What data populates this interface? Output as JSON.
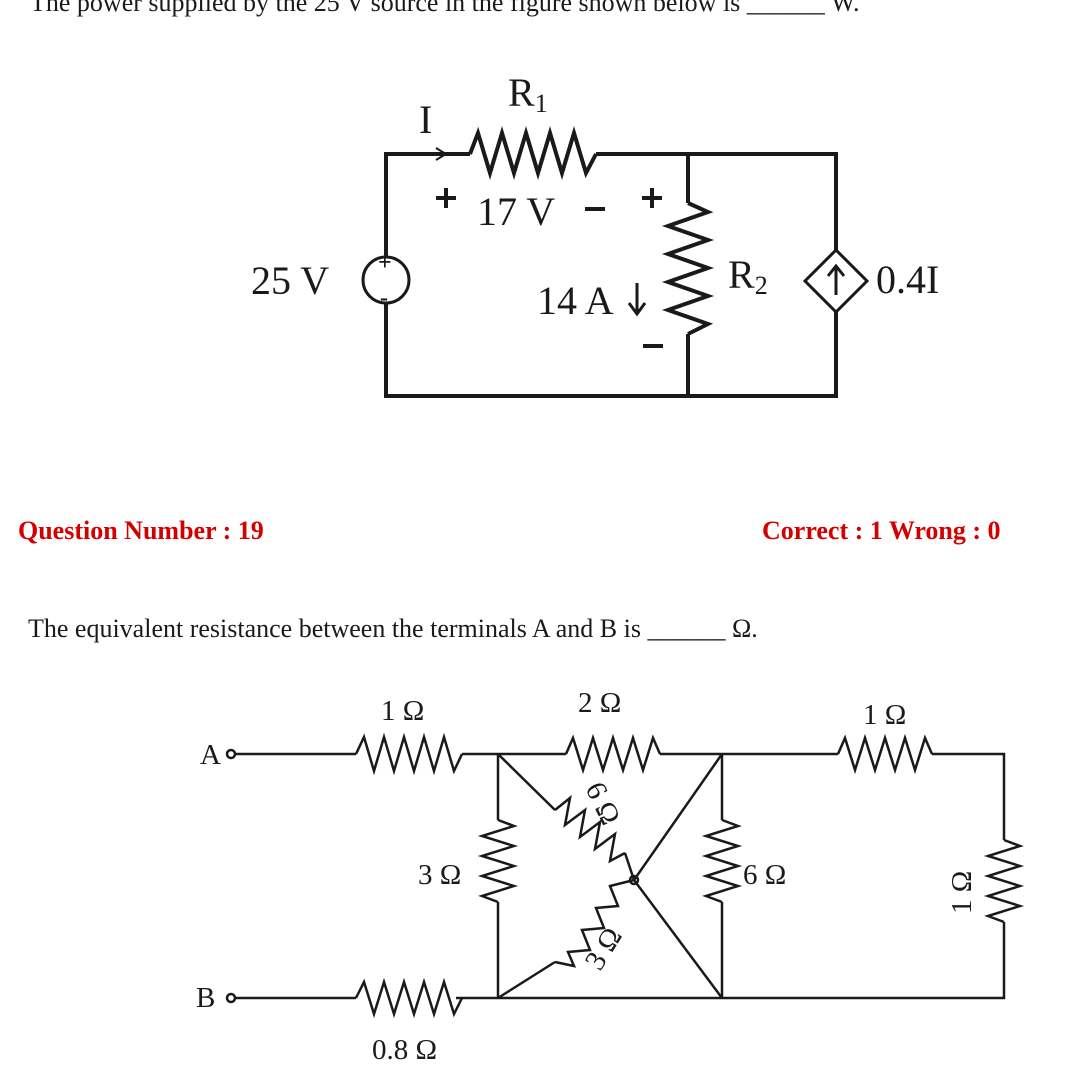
{
  "question18": {
    "text": "The power supplied by the 25 V source in the figure shown below is ______ W.",
    "circuit": {
      "current_label": "I",
      "r1_sub": "R",
      "r1_idx": "1",
      "r2_sub": "R",
      "r2_idx": "2",
      "source_label": "25 V",
      "source_plus": "+",
      "source_minus": "-",
      "r1_plus": "+",
      "r1_voltage": "17 V",
      "r1_minus": "−",
      "r2_plus": "+",
      "r2_minus": "−",
      "r2_current": "14 A",
      "dep_source_label": "0.4I"
    }
  },
  "question19": {
    "number_label": "Question Number : 19",
    "score_label": "Correct : 1  Wrong : 0",
    "text": "The equivalent resistance between the terminals A and B is ______ Ω.",
    "circuit": {
      "terminal_a": "A",
      "terminal_b": "B",
      "r_a": "1 Ω",
      "r_top_mid": "2 Ω",
      "r_top_right": "1 Ω",
      "r_3_vert": "3 Ω",
      "r_diag_6": "6 Ω",
      "r_diag_3": "3 Ω",
      "r_6_vert": "6 Ω",
      "r_right_vert": "1 Ω",
      "r_b": "0.8 Ω"
    }
  }
}
